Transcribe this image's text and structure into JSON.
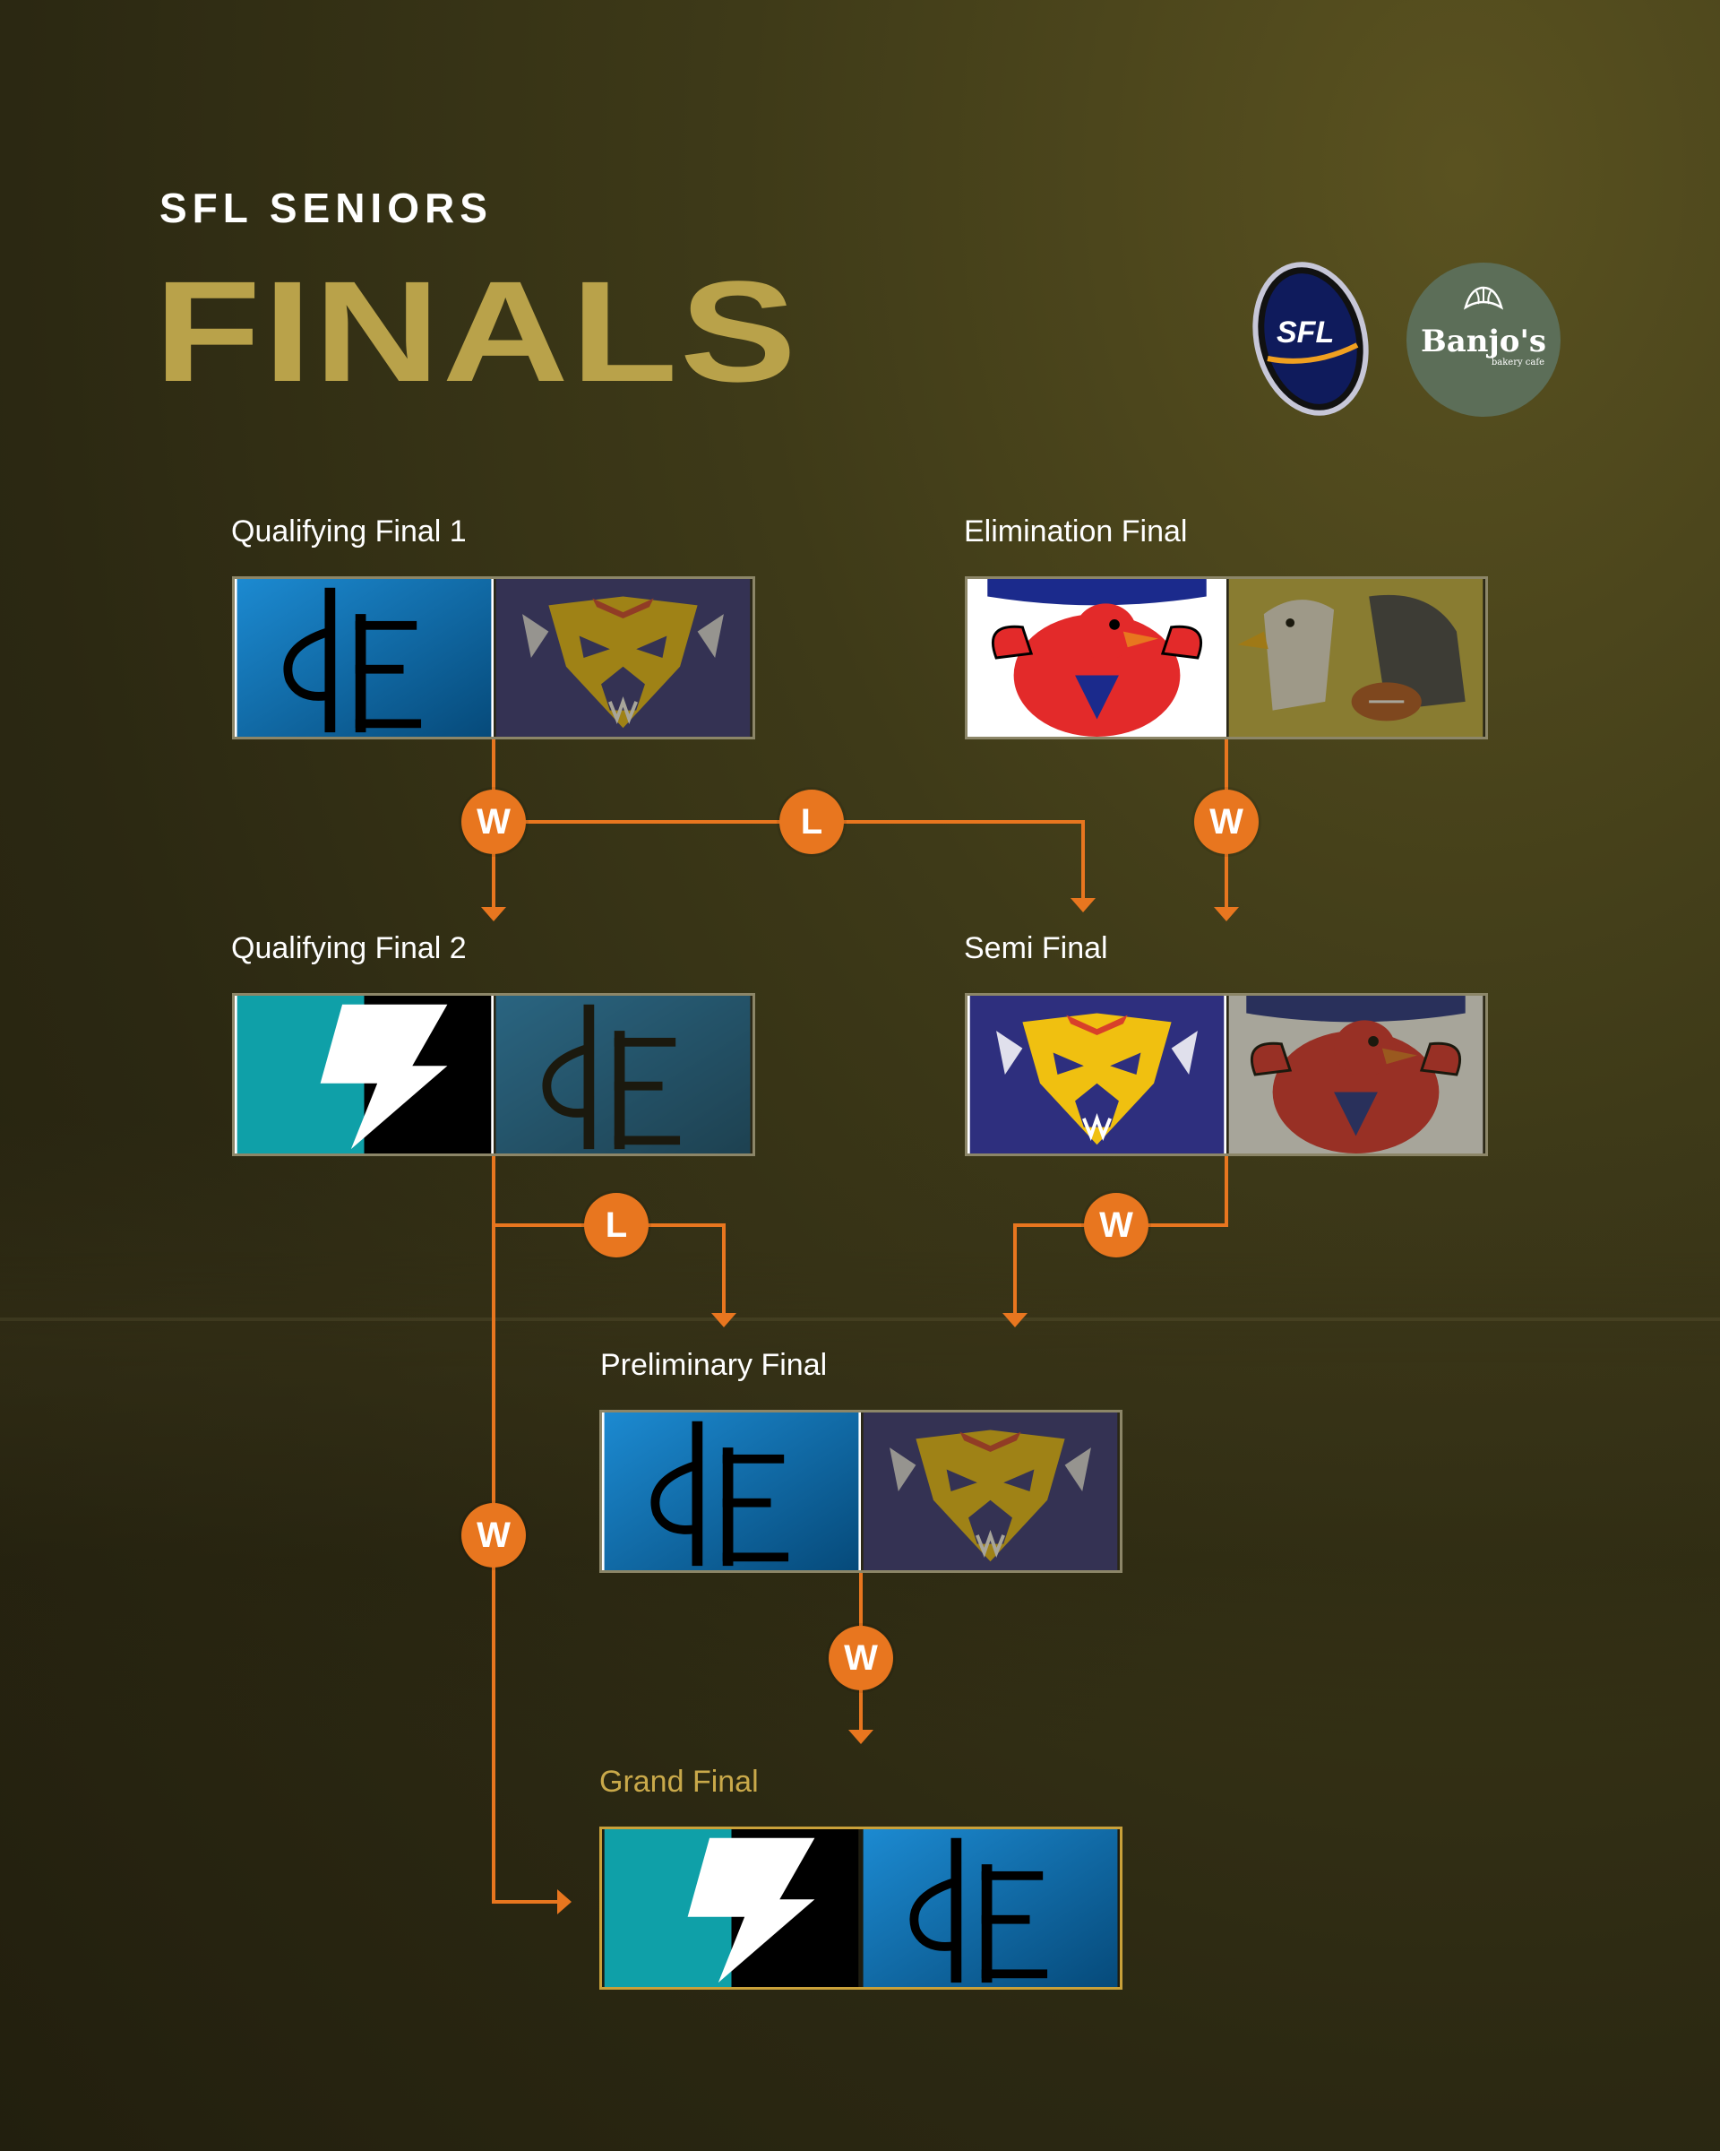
{
  "header": {
    "subtitle": "SFL SENIORS",
    "title": "FINALS"
  },
  "sponsors": {
    "sfl_logo_text": "SFL",
    "banjos_name": "Banjo's",
    "banjos_tagline": "bakery cafe"
  },
  "matches": {
    "qf1": {
      "label": "Qualifying Final 1",
      "teams": [
        "cle-logo",
        "lion-logo"
      ],
      "winner": "cle-logo"
    },
    "ef": {
      "label": "Elimination Final",
      "teams": [
        "redbird-logo",
        "eagle-logo"
      ],
      "winner": "redbird-logo"
    },
    "qf2": {
      "label": "Qualifying Final 2",
      "teams": [
        "bolt-logo",
        "cle-logo"
      ],
      "winner": "bolt-logo"
    },
    "sf": {
      "label": "Semi Final",
      "teams": [
        "lion-logo",
        "redbird-logo"
      ],
      "winner": "lion-logo"
    },
    "pf": {
      "label": "Preliminary Final",
      "teams": [
        "cle-logo",
        "lion-logo"
      ],
      "winner": "cle-logo"
    },
    "gf": {
      "label": "Grand Final",
      "teams": [
        "bolt-logo",
        "cle-logo"
      ]
    }
  },
  "badges": {
    "win": "W",
    "loss": "L"
  },
  "colors": {
    "accent_orange": "#e8761f",
    "title_gold": "#b9a24a",
    "grand_final_gold": "#c9a94a"
  }
}
